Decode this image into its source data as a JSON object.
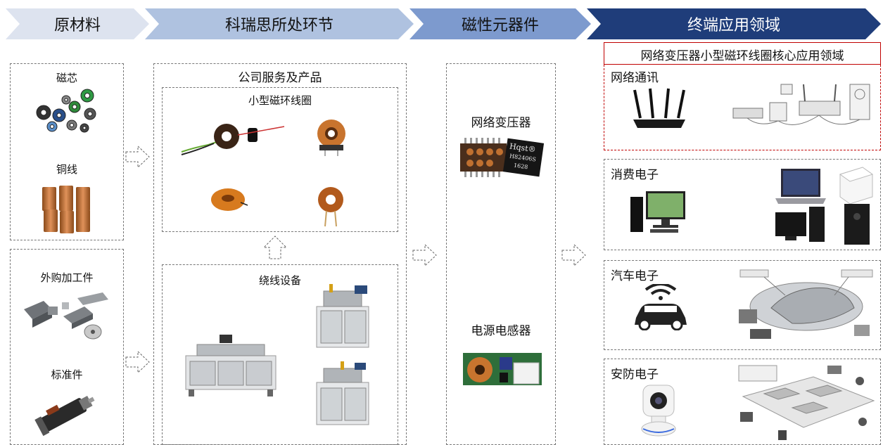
{
  "header": {
    "stages": [
      {
        "label": "原材料",
        "color": "#dde3ef",
        "text_color": "#111111"
      },
      {
        "label": "科瑞思所处环节",
        "color": "#afc2e0",
        "text_color": "#111111"
      },
      {
        "label": "磁性元器件",
        "color": "#7d9ace",
        "text_color": "#111111"
      },
      {
        "label": "终端应用领域",
        "color": "#1f3d7a",
        "text_color": "#ffffff"
      }
    ]
  },
  "raw_materials": {
    "group1": {
      "items": [
        {
          "label": "磁芯",
          "icon": "magnetic-cores"
        },
        {
          "label": "铜线",
          "icon": "copper-wire-spools"
        }
      ]
    },
    "group2": {
      "items": [
        {
          "label": "外购加工件",
          "icon": "machined-parts"
        },
        {
          "label": "标准件",
          "icon": "standard-part-motor"
        }
      ]
    }
  },
  "company": {
    "title": "公司服务及产品",
    "products_title": "小型磁环线圈",
    "equipment_title": "绕线设备"
  },
  "components": {
    "items": [
      {
        "label": "网络变压器",
        "icon": "network-transformer-chip",
        "chip_text_1": "Hqst®",
        "chip_text_2": "H82406S",
        "chip_text_3": "1628"
      },
      {
        "label": "电源电感器",
        "icon": "power-inductor-board"
      }
    ]
  },
  "applications": {
    "highlight_title": "网络变压器小型磁环线圈核心应用领域",
    "highlight_color": "#c00000",
    "sections": [
      {
        "label": "网络通讯",
        "icon": "router-network"
      },
      {
        "label": "消费电子",
        "icon": "consumer-devices"
      },
      {
        "label": "汽车电子",
        "icon": "connected-car"
      },
      {
        "label": "安防电子",
        "icon": "security-camera"
      }
    ]
  }
}
